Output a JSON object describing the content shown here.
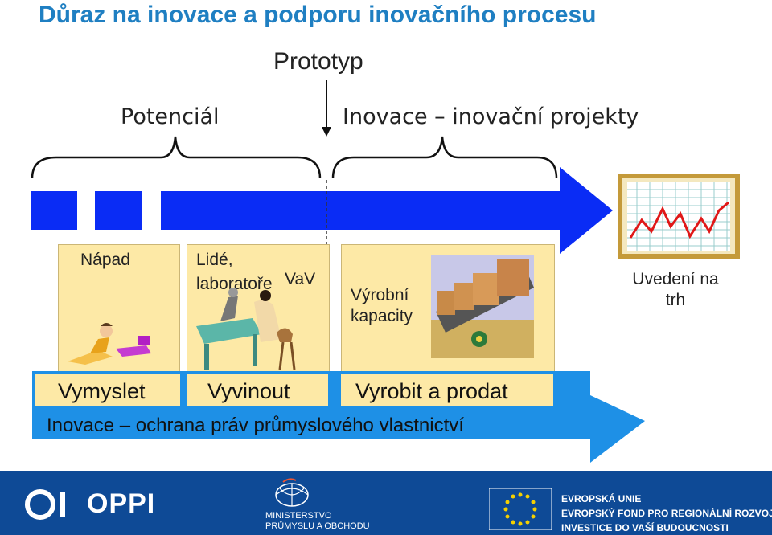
{
  "title": "Důraz na inovace a podporu inovačního procesu",
  "top": {
    "prototype_label": "Prototyp",
    "potential_label": "Potenciál",
    "innovation_label": "Inovace – inovační projekty"
  },
  "stages": [
    {
      "label": "Nápad"
    },
    {
      "label_line1": "Lidé,",
      "label_line2": "laboratoře",
      "label_extra": "VaV"
    },
    {
      "label_line1": "Výrobní",
      "label_line2": "kapacity"
    },
    {
      "label_line1": "Uvedení na",
      "label_line2": "trh"
    }
  ],
  "phases": [
    "Vymyslet",
    "Vyvinout",
    "Vyrobit a prodat"
  ],
  "bottom_arrow_text": "Inovace – ochrana práv průmyslového vlastnictví",
  "footer": {
    "oppi_logo": "OPPI",
    "ministry_line1": "MINISTERSTVO",
    "ministry_line2": "PRŮMYSLU A OBCHODU",
    "eu_line1": "EVROPSKÁ UNIE",
    "eu_line2": "EVROPSKÝ FOND PRO REGIONÁLNÍ ROZVOJ",
    "eu_line3": "INVESTICE DO VAŠÍ BUDOUCNOSTI"
  },
  "colors": {
    "title": "#1f7fc2",
    "timeline": "#0a2cf5",
    "box_fill": "#fde9a6",
    "bottom_arrow": "#1e90e6",
    "footer": "#0e4a96"
  }
}
